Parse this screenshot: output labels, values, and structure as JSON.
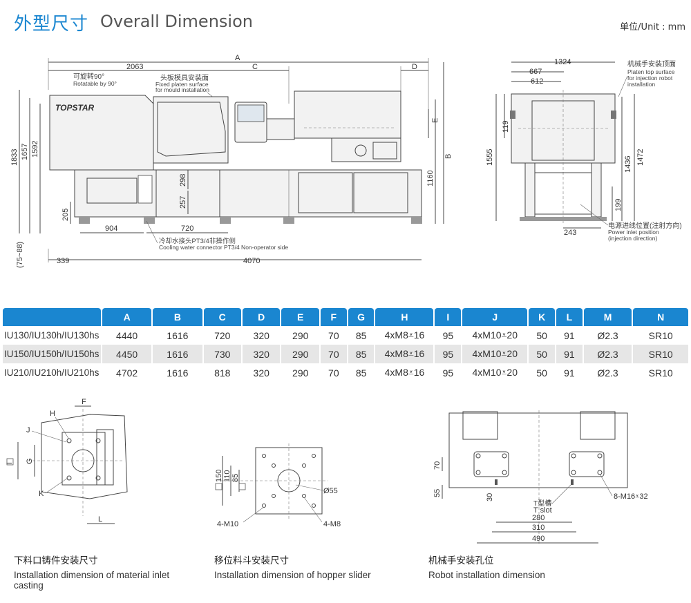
{
  "header": {
    "title_zh": "外型尺寸",
    "title_en": "Overall Dimension",
    "unit": "单位/Unit : mm"
  },
  "front_view": {
    "brand": "TOPSTAR",
    "dims": {
      "A": "A",
      "C": "C",
      "D": "D",
      "E": "E",
      "B": "B",
      "d2063": "2063",
      "d1833": "1833",
      "d1657": "1657",
      "d1592": "1592",
      "d1160": "1160",
      "d298": "298",
      "d257": "257",
      "d205": "205",
      "d904": "904",
      "d720": "720",
      "d339": "339",
      "d4070": "4070",
      "d75_88": "(75~88)"
    },
    "notes": {
      "rotate_zh": "可旋转90°",
      "rotate_en": "Rotatable by 90°",
      "mould_zh": "头板模具安装面",
      "mould_en1": "Fixed platen surface",
      "mould_en2": "for mould installation",
      "cool_zh": "冷却水接头PT3/4非操作侧",
      "cool_en": "Cooling water connector PT3/4 Non-operator side"
    }
  },
  "side_view": {
    "dims": {
      "d1324": "1324",
      "d667": "667",
      "d612": "612",
      "d119": "119",
      "d1555": "1555",
      "d1436": "1436",
      "d1472": "1472",
      "d199": "199",
      "d243": "243"
    },
    "notes": {
      "robot_zh": "机械手安装顶面",
      "robot_en1": "Platen top surface",
      "robot_en2": "for injection robot",
      "robot_en3": "installation",
      "power_zh": "电源进线位置(注射方向)",
      "power_en1": "Power inlet position",
      "power_en2": "(injection direction)"
    }
  },
  "table": {
    "headers": [
      "",
      "A",
      "B",
      "C",
      "D",
      "E",
      "F",
      "G",
      "H",
      "I",
      "J",
      "K",
      "L",
      "M",
      "N"
    ],
    "rows": [
      [
        "IU130/IU130h/IU130hs",
        "4440",
        "1616",
        "720",
        "320",
        "290",
        "70",
        "85",
        "4xM8⩡16",
        "95",
        "4xM10⩡20",
        "50",
        "91",
        "Ø2.3",
        "SR10"
      ],
      [
        "IU150/IU150h/IU150hs",
        "4450",
        "1616",
        "730",
        "320",
        "290",
        "70",
        "85",
        "4xM8⩡16",
        "95",
        "4xM10⩡20",
        "50",
        "91",
        "Ø2.3",
        "SR10"
      ],
      [
        "IU210/IU210h/IU210hs",
        "4702",
        "1616",
        "818",
        "320",
        "290",
        "70",
        "85",
        "4xM8⩡16",
        "95",
        "4xM10⩡20",
        "50",
        "91",
        "Ø2.3",
        "SR10"
      ]
    ]
  },
  "detail1": {
    "labels": {
      "F": "F",
      "H": "H",
      "J": "J",
      "I": "I",
      "G": "G",
      "K": "K",
      "L": "L"
    },
    "caption_zh": "下料口铸件安装尺寸",
    "caption_en": "Installation dimension of material inlet casting"
  },
  "detail2": {
    "labels": {
      "d150": "150",
      "d110": "110",
      "d85": "85",
      "d55": "Ø55",
      "m10": "4-M10",
      "m8": "4-M8"
    },
    "caption_zh": "移位料斗安装尺寸",
    "caption_en": "Installation dimension of hopper slider"
  },
  "detail3": {
    "labels": {
      "d70": "70",
      "d55": "55",
      "d30": "30",
      "tslot_zh": "T型槽",
      "tslot_en": "T slot",
      "m16": "8-M16⩡32",
      "d280": "280",
      "d310": "310",
      "d490": "490"
    },
    "caption_zh": "机械手安装孔位",
    "caption_en": "Robot installation dimension"
  }
}
